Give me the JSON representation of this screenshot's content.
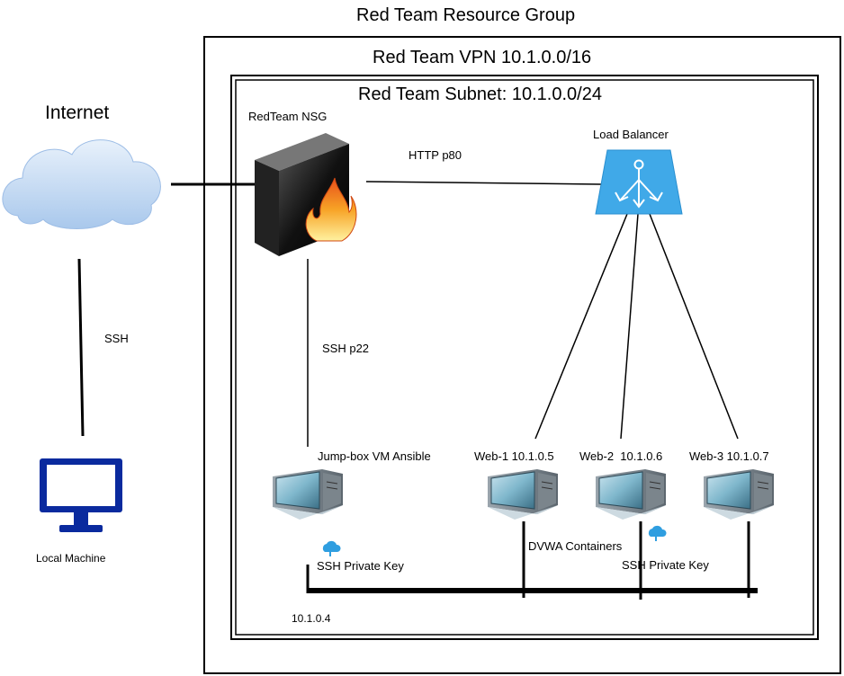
{
  "labels": {
    "resource_group": "Red Team Resource Group",
    "vpn": "Red Team VPN 10.1.0.0/16",
    "subnet": "Red Team Subnet: 10.1.0.0/24",
    "internet": "Internet",
    "nsg": "RedTeam NSG",
    "http": "HTTP p80",
    "load_balancer": "Load Balancer",
    "ssh_internet": "SSH",
    "ssh_p22": "SSH p22",
    "local_machine": "Local Machine",
    "jumpbox": "Jump-box VM Ansible",
    "web1": "Web-1 10.1.0.5",
    "web2": "Web-2  10.1.0.6",
    "web3": "Web-3 10.1.0.7",
    "dvwa": "DVWA Containers",
    "ssh_key_left": "SSH Private Key",
    "ssh_key_right": "SSH Private Key",
    "jumpbox_ip": "10.1.0.4"
  },
  "icons": {
    "internet": "cloud-icon",
    "nsg": "firewall-icon",
    "load_balancer": "load-balancer-icon",
    "local_machine": "monitor-icon",
    "vm": "virtual-machine-icon",
    "key": "azure-key-icon"
  },
  "colors": {
    "cloud": "#bcd6f2",
    "load_balancer": "#3aa6e6",
    "monitor": "#0a2a9e",
    "fire": "#f07a1a",
    "firewall": "#1a1a1a",
    "vm": "#5a8fb0"
  }
}
